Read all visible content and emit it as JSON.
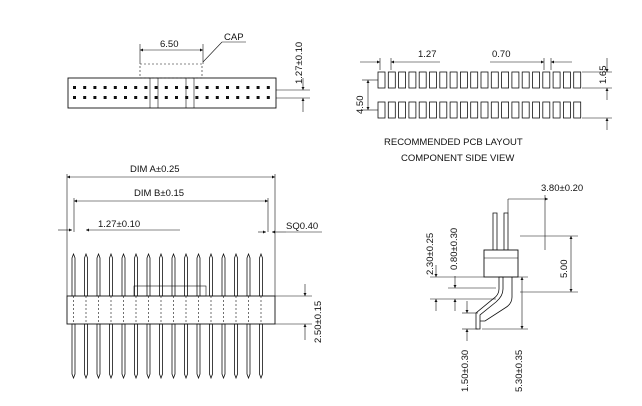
{
  "top_view": {
    "dim_width": "6.50",
    "cap_label": "CAP",
    "dim_pitch_vertical": "1.27±0.10"
  },
  "pcb_layout": {
    "dim_pitch": "1.27",
    "dim_pad_width": "0.70",
    "dim_pad_height": "1.65",
    "dim_row_span": "4.50",
    "caption_line1": "RECOMMENDED PCB LAYOUT",
    "caption_line2": "COMPONENT SIDE VIEW"
  },
  "front_view": {
    "dim_a": "DIM A±0.25",
    "dim_b": "DIM B±0.15",
    "dim_pitch": "1.27±0.10",
    "dim_square": "SQ0.40",
    "dim_tail": "2.50±0.15"
  },
  "side_view": {
    "dim_offset": "3.80±0.20",
    "dim_230": "2.30±0.25",
    "dim_080": "0.80±0.30",
    "dim_500": "5.00",
    "dim_150": "1.50±0.30",
    "dim_530": "5.30±0.35"
  }
}
